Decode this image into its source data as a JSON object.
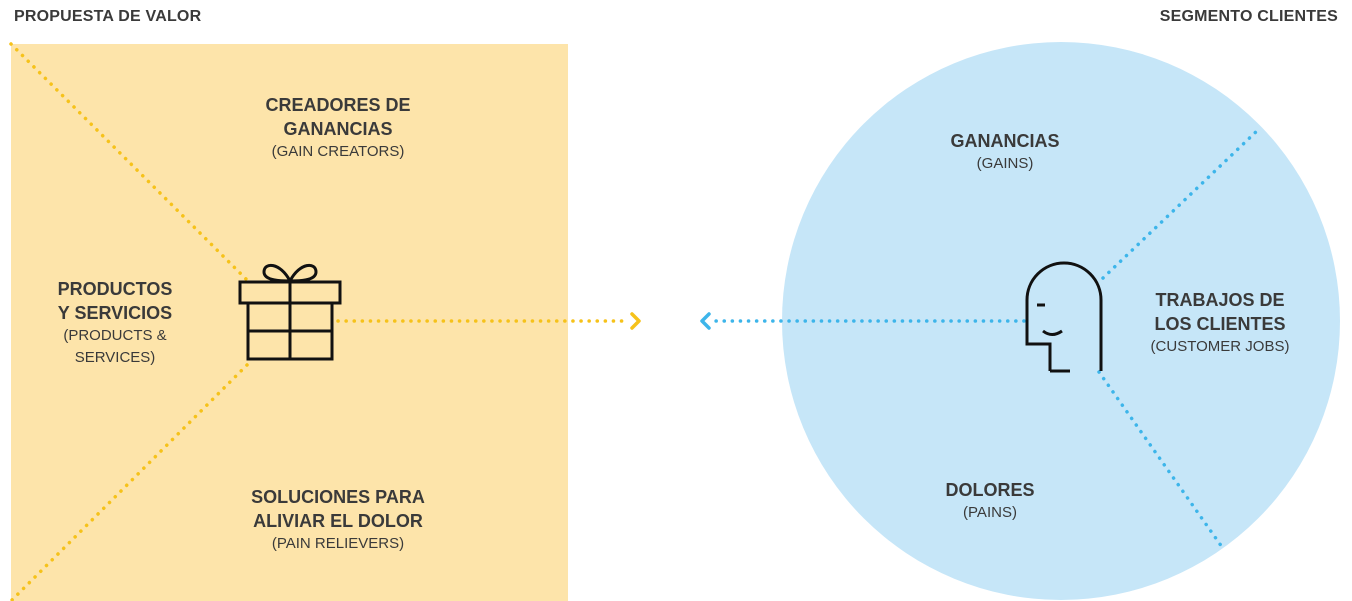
{
  "headers": {
    "value_proposition": "PROPUESTA DE VALOR",
    "customer_segment": "SEGMENTO CLIENTES"
  },
  "value_proposition": {
    "gain_creators": {
      "title_1": "CREADORES DE",
      "title_2": "GANANCIAS",
      "subtitle": "(GAIN CREATORS)"
    },
    "products_services": {
      "title_1": "PRODUCTOS",
      "title_2": "Y SERVICIOS",
      "subtitle_1": "(PRODUCTS &",
      "subtitle_2": "SERVICES)"
    },
    "pain_relievers": {
      "title_1": "SOLUCIONES PARA",
      "title_2": "ALIVIAR EL DOLOR",
      "subtitle": "(PAIN RELIEVERS)"
    },
    "icon": "gift-icon"
  },
  "customer_segment": {
    "gains": {
      "title": "GANANCIAS",
      "subtitle": "(GAINS)"
    },
    "customer_jobs": {
      "title_1": "TRABAJOS DE",
      "title_2": "LOS CLIENTES",
      "subtitle": "(CUSTOMER JOBS)"
    },
    "pains": {
      "title": "DOLORES",
      "subtitle": "(PAINS)"
    },
    "icon": "customer-face-icon"
  },
  "colors": {
    "square_fill": "#fde4aa",
    "circle_fill": "#c6e6f8",
    "yellow_dots": "#f6c21a",
    "blue_dots": "#3db5ea",
    "icon_stroke": "#111111"
  }
}
